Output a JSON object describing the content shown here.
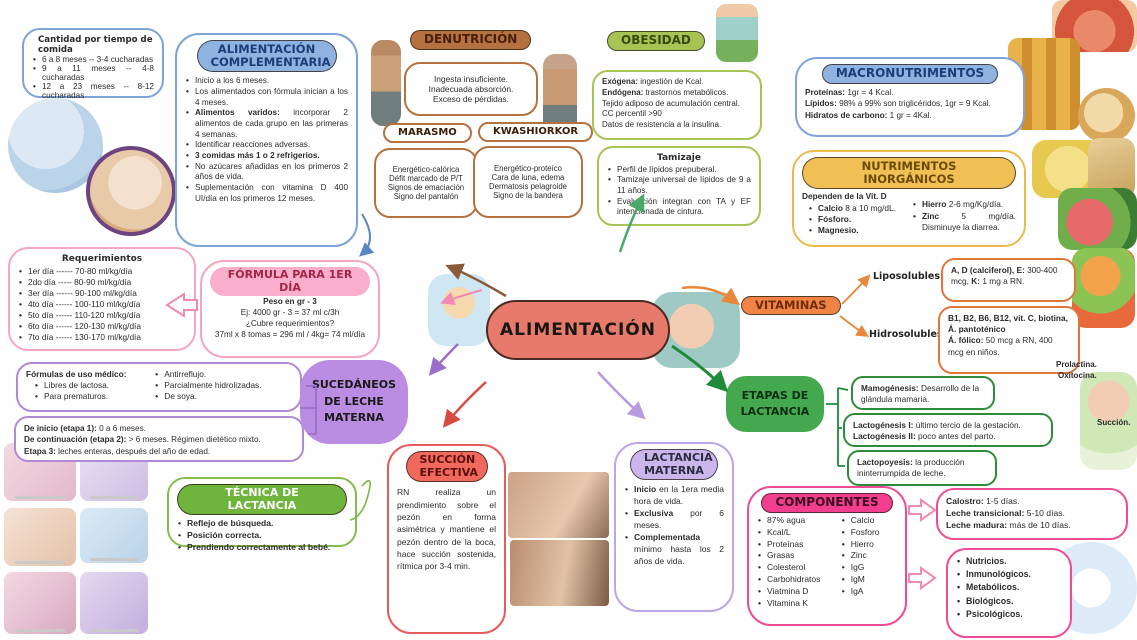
{
  "center": {
    "title": "ALIMENTACIÓN"
  },
  "cantidad": {
    "title": "Cantidad por tiempo de comida",
    "items": [
      "6 a 8 meses -- 3-4 cucharadas",
      "9 a 11 meses -- 4-8 cucharadas",
      "12 a 23 meses -- 8-12 cucharadas"
    ]
  },
  "complementaria": {
    "title": "ALIMENTACIÓN COMPLEMENTARIA",
    "items": [
      {
        "b": "",
        "t": "Inicio a los 6 meses."
      },
      {
        "b": "",
        "t": "Los alimentados con fórmula inician a los 4 meses."
      },
      {
        "b": "Alimentos varidos:",
        "t": " incorporar 2 alimentos de cada grupo en las primeras 4 semanas."
      },
      {
        "b": "",
        "t": "Identificar reacciones adversas."
      },
      {
        "b": "3 comidas más 1 o 2 refrigerios.",
        "t": ""
      },
      {
        "b": "",
        "t": "No azúcares añadidas en los primeros 2 años de vida."
      },
      {
        "b": "",
        "t": "Suplementación con vitamina D 400 UI/día en los primeros 12 meses."
      }
    ]
  },
  "denutricion": {
    "title": "DENUTRICIÓN",
    "causes": [
      "Ingesta insuficiente.",
      "Inadecuada absorción.",
      "Exceso de pérdidas."
    ],
    "marasmo": {
      "title": "MARASMO",
      "items": [
        "Energético-calórica",
        "Défit marcado de P/T",
        "Signos de emaciación",
        "Signo del pantalón"
      ]
    },
    "kwashiorkor": {
      "title": "KWASHIORKOR",
      "items": [
        "Energético-proteíco",
        "Cara de luna, edema",
        "Dermatosis pelagroide",
        "Signo de la bandera"
      ]
    }
  },
  "obesidad": {
    "title": "OBESIDAD",
    "lines": [
      {
        "b": "Exógena:",
        "t": " ingestión de Kcal."
      },
      {
        "b": "Endógena:",
        "t": " trastornos metabólicos."
      },
      {
        "b": "",
        "t": "Tejido adiposo de acumulación central."
      },
      {
        "b": "",
        "t": "CC percentil >90"
      },
      {
        "b": "",
        "t": "Datos de resistencia a la insulina."
      }
    ],
    "tamizaje": {
      "title": "Tamizaje",
      "items": [
        "Perfil de lípidos prepuberal.",
        "Tamizaje universal de lípidos de 9 a 11 años.",
        "Evaluación integran con TA y EF intencionada de cintura."
      ]
    }
  },
  "macronutrimentos": {
    "title": "MACRONUTRIMENTOS",
    "lines": [
      {
        "b": "Proteínas:",
        "t": " 1gr = 4 Kcal."
      },
      {
        "b": "Lípidos:",
        "t": " 98% a 99% son triglicéridos, 1gr = 9 Kcal."
      },
      {
        "b": "Hidratos de carbono:",
        "t": " 1 gr = 4Kal."
      }
    ]
  },
  "inorganicos": {
    "title": "NUTRIMENTOS INORGÁNICOS",
    "header": "Dependen de la Vit. D",
    "left": [
      {
        "b": "Calcio",
        "t": " 8 a 10 mg/dL."
      },
      {
        "b": "Fósforo.",
        "t": ""
      },
      {
        "b": "Magnesio.",
        "t": ""
      }
    ],
    "right": [
      {
        "b": "Hierro",
        "t": " 2-6 mg/Kg/día."
      },
      {
        "b": "Zinc",
        "t": " 5 mg/día. Disminuye la diarrea."
      }
    ]
  },
  "requerimientos": {
    "title": "Requerimientos",
    "items": [
      "1er día ------ 70-80 ml/kg/día",
      "2do día ----- 80-90 ml/kg/día",
      "3er día ------ 90-100 ml/kg/día",
      "4to día ------ 100-110 ml/kg/día",
      "5to día ------ 110-120 ml/kg/día",
      "6to día ------ 120-130 ml/kg/día",
      "7to día ------ 130-170 ml/kg/día"
    ]
  },
  "formula1": {
    "title": "FÓRMULA PARA 1ER DÍA",
    "line1": "Peso en gr - 3",
    "line2": "Ej: 4000 gr - 3 = 37 ml c/3h",
    "line3": "¿Cubre requerimientos?",
    "line4": "37ml x 8 tomas = 296 ml / 4kg= 74 ml/día"
  },
  "formulas_medico": {
    "title": "Fórmulas de uso médico:",
    "col1": [
      "Libres de lactosa.",
      "Para prematuros."
    ],
    "col2": [
      "Antirreflujo.",
      "Parcialmente hidrolizadas.",
      "De soya."
    ]
  },
  "etapas_formula": {
    "lines": [
      {
        "b": "De inicio (etapa 1):",
        "t": " 0 a 6 meses."
      },
      {
        "b": "De continuación (etapa 2):",
        "t": " > 6 meses. Régimen dietético mixto."
      },
      {
        "b": "Etapa 3:",
        "t": " leches enteras, después del año de edad."
      }
    ]
  },
  "sucedaneos": {
    "title": "SUCEDÁNEOS DE LECHE MATERNA"
  },
  "vitaminas": {
    "title": "VITAMINAS",
    "lipo_label": "Liposolubles",
    "lipo_segs": [
      "A, D (calciferol), E:",
      " 300-400 mcg, ",
      "K:",
      " 1 mg a RN."
    ],
    "hidro_label": "Hidrosolubles",
    "hidro_bold": "B1, B2, B6, B12, vit. C, biotina, Á. pantoténico",
    "hidro_segs": [
      "Á. fólico:",
      " 50 mcg a RN, 400 mcg en niños."
    ]
  },
  "etapas_lactancia": {
    "title": "ETAPAS DE LACTANCIA",
    "mamo": {
      "b": "Mamogénesis:",
      "t": " Desarrollo de la glándula mamaria."
    },
    "lacto1": {
      "b": "Lactogénesis I:",
      "t": " último tercio de la gestación."
    },
    "lacto2": {
      "b": "Lactogénesis II:",
      "t": " poco antes del parto."
    },
    "poyesis": {
      "b": "Lactopoyesis:",
      "t": " la producción ininterrumpida de leche."
    },
    "prolactina": "Prolactina.",
    "oxitocina": "Oxitocina.",
    "succion": "Succión."
  },
  "tecnica": {
    "title": "TÉCNICA DE LACTANCIA",
    "items": [
      "Reflejo de búsqueda.",
      "Posición correcta.",
      "Prendiendo correctamente al bebé."
    ]
  },
  "succion_efectiva": {
    "title": "SUCCIÓN EFECTIVA",
    "body": "RN realiza un prendimiento sobre el pezón en forma asimétrica y mantiene el pezón dentro de la boca, hace succión sostenida, rítmica por 3-4 min."
  },
  "lactancia_materna": {
    "title": "LACTANCIA MATERNA",
    "items": [
      {
        "b": "Inicio",
        "t": " en la 1era media hora de vida."
      },
      {
        "b": "Exclusiva",
        "t": " por 6 meses."
      },
      {
        "b": "Complementada",
        "t": " mínimo hasta los 2 años de vida."
      }
    ]
  },
  "componentes": {
    "title": "COMPONENTES",
    "col1": [
      "87% agua",
      "Kcal/L",
      "Proteínas",
      "Grasas",
      "Colesterol",
      "Carbohidratos",
      "Viatmina D",
      "Vitamina K"
    ],
    "col2": [
      "Calcio",
      "Fosforo",
      "Hierro",
      "Zinc",
      "IgG",
      "IgM",
      "IgA"
    ]
  },
  "leches": {
    "lines": [
      {
        "b": "Calostro:",
        "t": " 1-5 días."
      },
      {
        "b": "Leche transicional:",
        "t": " 5-10 días."
      },
      {
        "b": "Leche madura:",
        "t": " más de 10 días."
      }
    ]
  },
  "beneficios": {
    "items": [
      "Nutricios.",
      "Inmunológicos.",
      "Metabólicos.",
      "Biológicos.",
      "Psicológicos."
    ]
  },
  "colors": {
    "accent_blue": "#7da3d8",
    "accent_brown": "#b5713f",
    "accent_green": "#a8c355",
    "accent_gold": "#eaba4b",
    "accent_pink": "#f4a7bc",
    "accent_purple": "#b289d6",
    "accent_orange": "#e0763a",
    "accent_dark_green": "#2e8b3a",
    "accent_red": "#e65b5b",
    "accent_magenta": "#ee4b92",
    "center_fill": "#e87a6b"
  }
}
